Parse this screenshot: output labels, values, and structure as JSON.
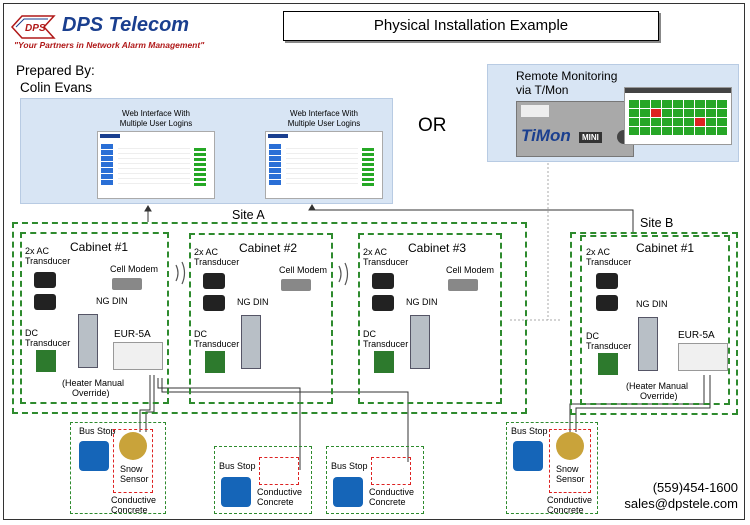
{
  "header": {
    "logo_mark": "DPS",
    "company": "DPS Telecom",
    "tagline": "\"Your Partners in Network Alarm Management\"",
    "title": "Physical Installation Example"
  },
  "prepared": {
    "label": "Prepared By:",
    "name": "Colin Evans"
  },
  "web": {
    "left_label_1": "Web Interface With",
    "left_label_2": "Multiple User Logins",
    "right_label_1": "Web Interface With",
    "right_label_2": "Multiple User Logins"
  },
  "or_text": "OR",
  "remote": {
    "line1": "Remote Monitoring",
    "line2": "via T/Mon",
    "device_brand": "TiMon",
    "device_model": "MINI"
  },
  "site_a": {
    "label": "Site A",
    "cabinets": [
      {
        "title": "Cabinet #1",
        "ac_1": "2x AC",
        "ac_2": "Transducer",
        "modem": "Cell Modem",
        "din": "NG DIN",
        "dc_1": "DC",
        "dc_2": "Transducer",
        "eur": "EUR-5A",
        "heater_1": "(Heater Manual",
        "heater_2": "Override)"
      },
      {
        "title": "Cabinet #2",
        "ac_1": "2x AC",
        "ac_2": "Transducer",
        "modem": "Cell Modem",
        "din": "NG DIN",
        "dc_1": "DC",
        "dc_2": "Transducer"
      },
      {
        "title": "Cabinet #3",
        "ac_1": "2x AC",
        "ac_2": "Transducer",
        "modem": "Cell Modem",
        "din": "NG DIN",
        "dc_1": "DC",
        "dc_2": "Transducer"
      }
    ]
  },
  "site_b": {
    "label": "Site B",
    "cabinet": {
      "title": "Cabinet #1",
      "ac_1": "2x AC",
      "ac_2": "Transducer",
      "din": "NG DIN",
      "dc_1": "DC",
      "dc_2": "Transducer",
      "eur": "EUR-5A",
      "heater_1": "(Heater Manual",
      "heater_2": "Override)"
    }
  },
  "stops": {
    "stop1": {
      "label": "Bus Stop",
      "sensor_1": "Snow",
      "sensor_2": "Sensor",
      "concrete_1": "Conductive",
      "concrete_2": "Concrete"
    },
    "stop2": {
      "label": "Bus Stop",
      "concrete_1": "Conductive",
      "concrete_2": "Concrete"
    },
    "stop3": {
      "label": "Bus Stop",
      "concrete_1": "Conductive",
      "concrete_2": "Concrete"
    },
    "stop4": {
      "label": "Bus Stop",
      "sensor_1": "Snow",
      "sensor_2": "Sensor",
      "concrete_1": "Conductive",
      "concrete_2": "Concrete"
    }
  },
  "contact": {
    "phone": "(559)454-1600",
    "email": "sales@dpstele.com"
  },
  "colors": {
    "site_border": "#2e8b2e",
    "brand_blue": "#1a3f8f",
    "tagline_red": "#b01818",
    "bus_blue": "#1565b8"
  }
}
